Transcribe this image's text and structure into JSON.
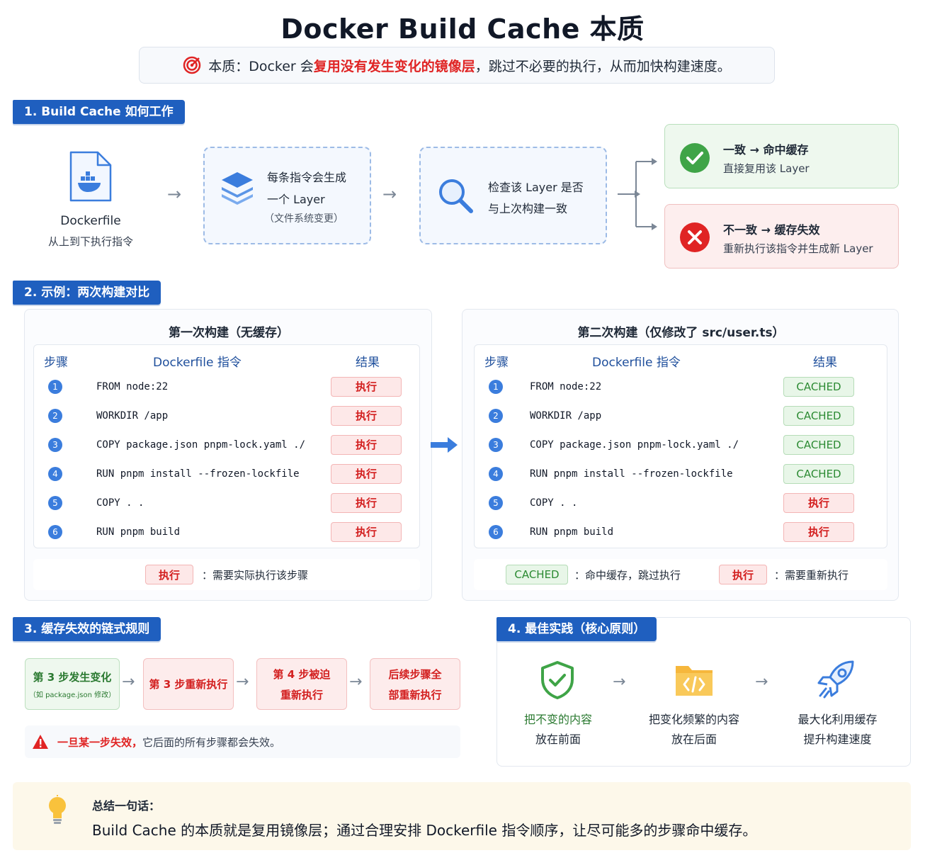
{
  "title": "Docker Build Cache 本质",
  "essence": {
    "prefix": "本质：Docker 会",
    "highlight": "复用没有发生变化的镜像层",
    "suffix": "，跳过不必要的执行，从而加快构建速度。"
  },
  "section1": {
    "header": "1. Build Cache 如何工作",
    "dockerfile_label": "Dockerfile",
    "dockerfile_sub": "从上到下执行指令",
    "step2_line1": "每条指令会生成",
    "step2_line2": "一个 Layer",
    "step2_note": "（文件系统变更）",
    "step3_line1": "检查该 Layer 是否",
    "step3_line2": "与上次构建一致",
    "hit_title": "一致 → 命中缓存",
    "hit_sub": "直接复用该 Layer",
    "miss_title": "不一致 → 缓存失效",
    "miss_sub": "重新执行该指令并生成新 Layer"
  },
  "section2": {
    "header": "2. 示例：两次构建对比",
    "first": {
      "title": "第一次构建（无缓存）",
      "col_step": "步骤",
      "col_cmd": "Dockerfile 指令",
      "col_result": "结果",
      "rows": [
        {
          "n": "1",
          "cmd": "FROM node:22",
          "result": "执行",
          "type": "exec"
        },
        {
          "n": "2",
          "cmd": "WORKDIR /app",
          "result": "执行",
          "type": "exec"
        },
        {
          "n": "3",
          "cmd": "COPY package.json pnpm-lock.yaml ./",
          "result": "执行",
          "type": "exec"
        },
        {
          "n": "4",
          "cmd": "RUN pnpm install --frozen-lockfile",
          "result": "执行",
          "type": "exec"
        },
        {
          "n": "5",
          "cmd": "COPY . .",
          "result": "执行",
          "type": "exec"
        },
        {
          "n": "6",
          "cmd": "RUN pnpm build",
          "result": "执行",
          "type": "exec"
        }
      ],
      "legend_badge": "执行",
      "legend_text": "：需要实际执行该步骤"
    },
    "second": {
      "title": "第二次构建（仅修改了 src/user.ts）",
      "col_step": "步骤",
      "col_cmd": "Dockerfile 指令",
      "col_result": "结果",
      "rows": [
        {
          "n": "1",
          "cmd": "FROM node:22",
          "result": "CACHED",
          "type": "cached"
        },
        {
          "n": "2",
          "cmd": "WORKDIR /app",
          "result": "CACHED",
          "type": "cached"
        },
        {
          "n": "3",
          "cmd": "COPY package.json pnpm-lock.yaml ./",
          "result": "CACHED",
          "type": "cached"
        },
        {
          "n": "4",
          "cmd": "RUN pnpm install --frozen-lockfile",
          "result": "CACHED",
          "type": "cached"
        },
        {
          "n": "5",
          "cmd": "COPY . .",
          "result": "执行",
          "type": "exec"
        },
        {
          "n": "6",
          "cmd": "RUN pnpm build",
          "result": "执行",
          "type": "exec"
        }
      ],
      "legend_cached": "CACHED",
      "legend_cached_text": "：命中缓存，跳过执行",
      "legend_exec": "执行",
      "legend_exec_text": "：需要重新执行"
    }
  },
  "section3": {
    "header": "3. 缓存失效的链式规则",
    "box1_line1": "第 3 步发生变化",
    "box1_line2": "（如 package.json 修改）",
    "box2": "第 3 步重新执行",
    "box3_line1": "第 4 步被迫",
    "box3_line2": "重新执行",
    "box4_line1": "后续步骤全",
    "box4_line2": "部重新执行",
    "warn_highlight": "一旦某一步失效，",
    "warn_rest": "它后面的所有步骤都会失效。"
  },
  "section4": {
    "header": "4. 最佳实践（核心原则）",
    "p1_line1": "把不变的内容",
    "p1_line2": "放在前面",
    "p2_line1": "把变化频繁的内容",
    "p2_line2": "放在后面",
    "p3_line1": "最大化利用缓存",
    "p3_line2": "提升构建速度"
  },
  "summary": {
    "label": "总结一句话：",
    "text": "Build Cache 的本质就是复用镜像层；通过合理安排 Dockerfile 指令顺序，让尽可能多的步骤命中缓存。"
  },
  "colors": {
    "brand_blue": "#1f5fbf",
    "exec_red": "#d32020",
    "cached_green": "#2b8a32"
  },
  "icons": [
    "target-icon",
    "dockerfile-icon",
    "layers-icon",
    "magnifier-icon",
    "check-circle-icon",
    "x-circle-icon",
    "warning-icon",
    "shield-check-icon",
    "code-folder-icon",
    "rocket-icon",
    "lightbulb-icon"
  ]
}
